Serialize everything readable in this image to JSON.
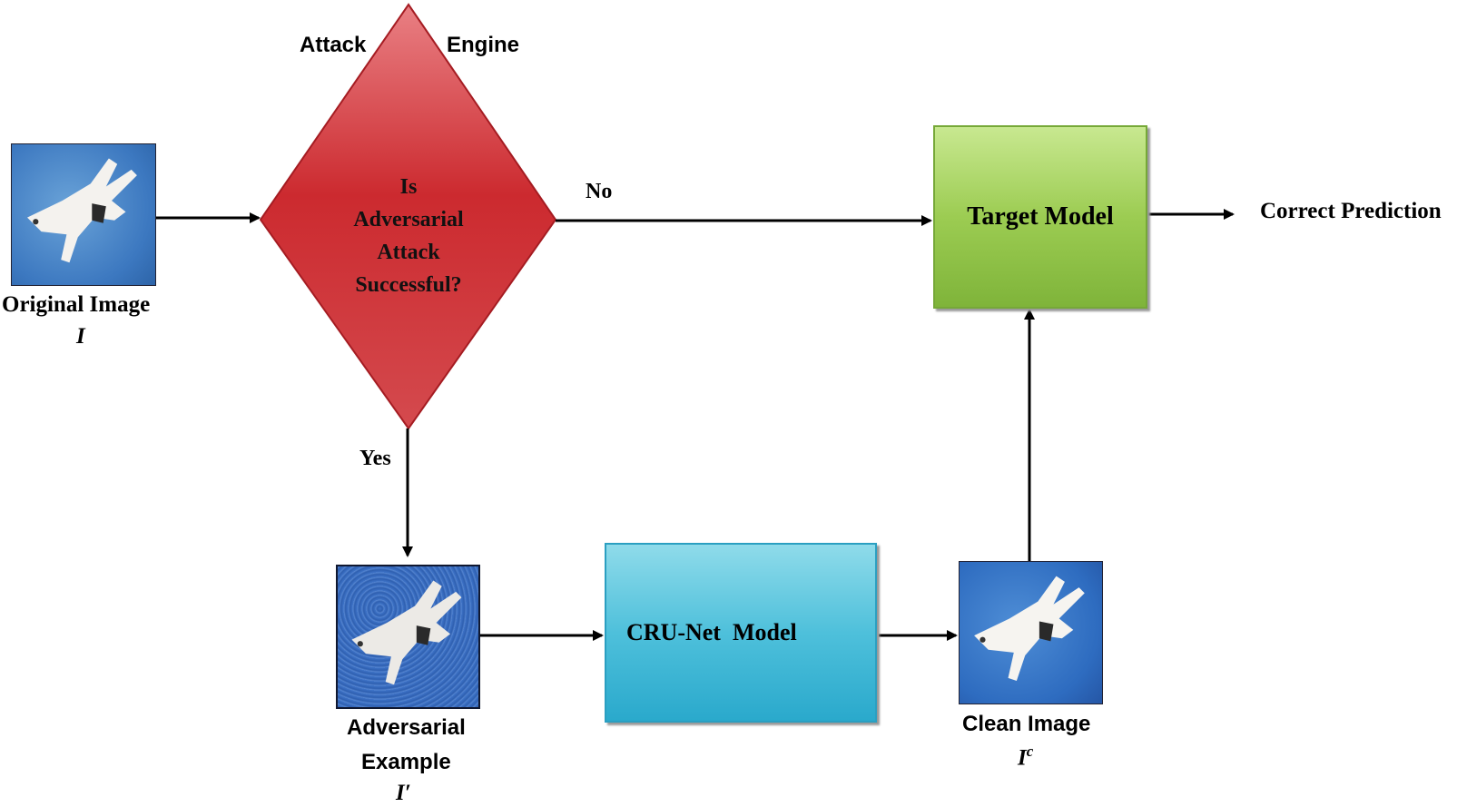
{
  "diagram": {
    "attack_engine_left": "Attack",
    "attack_engine_right": "Engine",
    "decision_lines": [
      "Is",
      "Adversarial",
      "Attack",
      "Successful?"
    ],
    "no_label": "No",
    "yes_label": "Yes",
    "target_model": "Target Model",
    "correct_prediction": "Correct Prediction",
    "crunet_model": "CRU-Net  Model",
    "original_image": {
      "label": "Original Image",
      "symbol": "I"
    },
    "adversarial_example": {
      "label_line1": "Adversarial",
      "label_line2": "Example",
      "symbol": "I′"
    },
    "clean_image": {
      "label": "Clean Image",
      "symbol": "I",
      "superscript": "c"
    }
  },
  "colors": {
    "diamond_fill": "#d8343a",
    "diamond_border": "#a51c22",
    "target_box": "#9ccc52",
    "crunet_box": "#4ec0db",
    "arrow": "#000000"
  },
  "icons": {
    "original_image": "airplane-thumbnail-icon",
    "adversarial_example": "noisy-airplane-thumbnail-icon",
    "clean_image": "clean-airplane-thumbnail-icon"
  }
}
